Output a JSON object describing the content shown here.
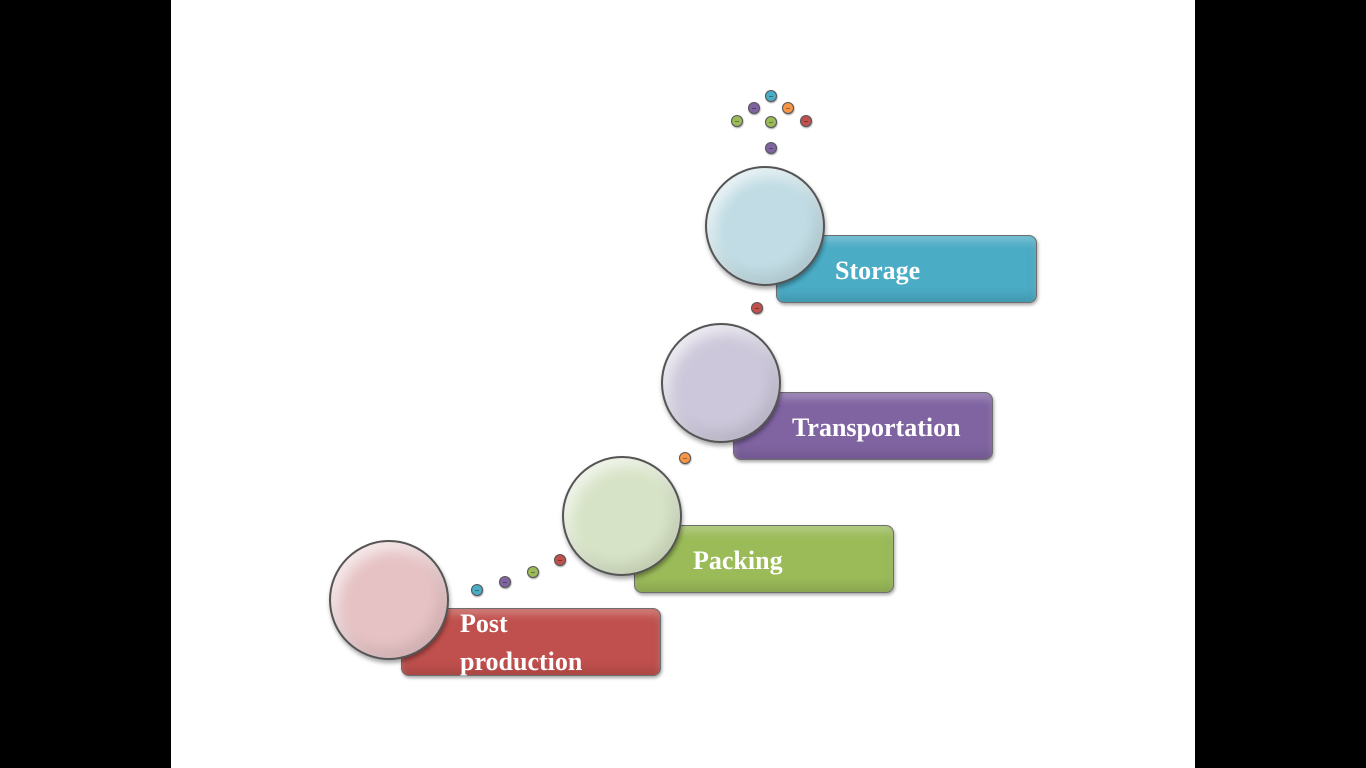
{
  "steps": [
    {
      "label_lines": [
        "Post",
        "production"
      ],
      "box_color": "#c0504d",
      "circle_color": "#e6c2c4"
    },
    {
      "label_lines": [
        "Packing"
      ],
      "box_color": "#9bbb59",
      "circle_color": "#d7e3c6"
    },
    {
      "label_lines": [
        "Transportation"
      ],
      "box_color": "#8064a2",
      "circle_color": "#ccc7da"
    },
    {
      "label_lines": [
        "Storage"
      ],
      "box_color": "#4bacc6",
      "circle_color": "#c1dce4"
    }
  ],
  "dot_colors": {
    "blue": "#4bacc6",
    "purple": "#8064a2",
    "green": "#9bbb59",
    "red": "#c0504d",
    "orange": "#f79646"
  }
}
